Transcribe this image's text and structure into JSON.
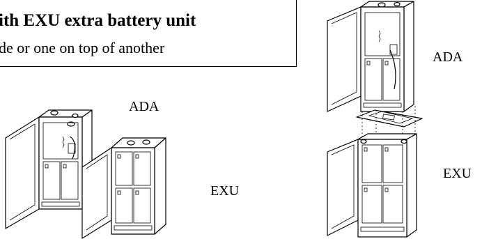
{
  "title": {
    "main": "ith EXU extra battery unit",
    "sub": "de or one on top of another"
  },
  "labels": {
    "ada_left": "ADA",
    "exu_left": "EXU",
    "ada_right": "ADA",
    "exu_right": "EXU"
  }
}
